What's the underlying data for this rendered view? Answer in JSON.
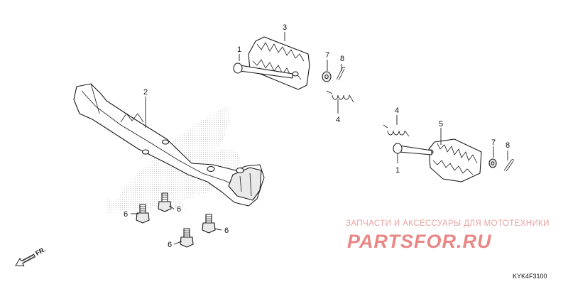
{
  "callouts": {
    "c1a": "1",
    "c1b": "1",
    "c2": "2",
    "c3": "3",
    "c4a": "4",
    "c4b": "4",
    "c5": "5",
    "c6a": "6",
    "c6b": "6",
    "c6c": "6",
    "c6d": "6",
    "c7a": "7",
    "c7b": "7",
    "c8a": "8",
    "c8b": "8"
  },
  "direction_label": "FR.",
  "diagram_ref": "KYK4F3100",
  "watermark": {
    "caption": "ЗАПЧАСТИ И АКСЕССУАРЫ ДЛЯ МОТОТЕХНИКИ",
    "logo": "PARTSFOR.RU",
    "color": "#e98787"
  }
}
